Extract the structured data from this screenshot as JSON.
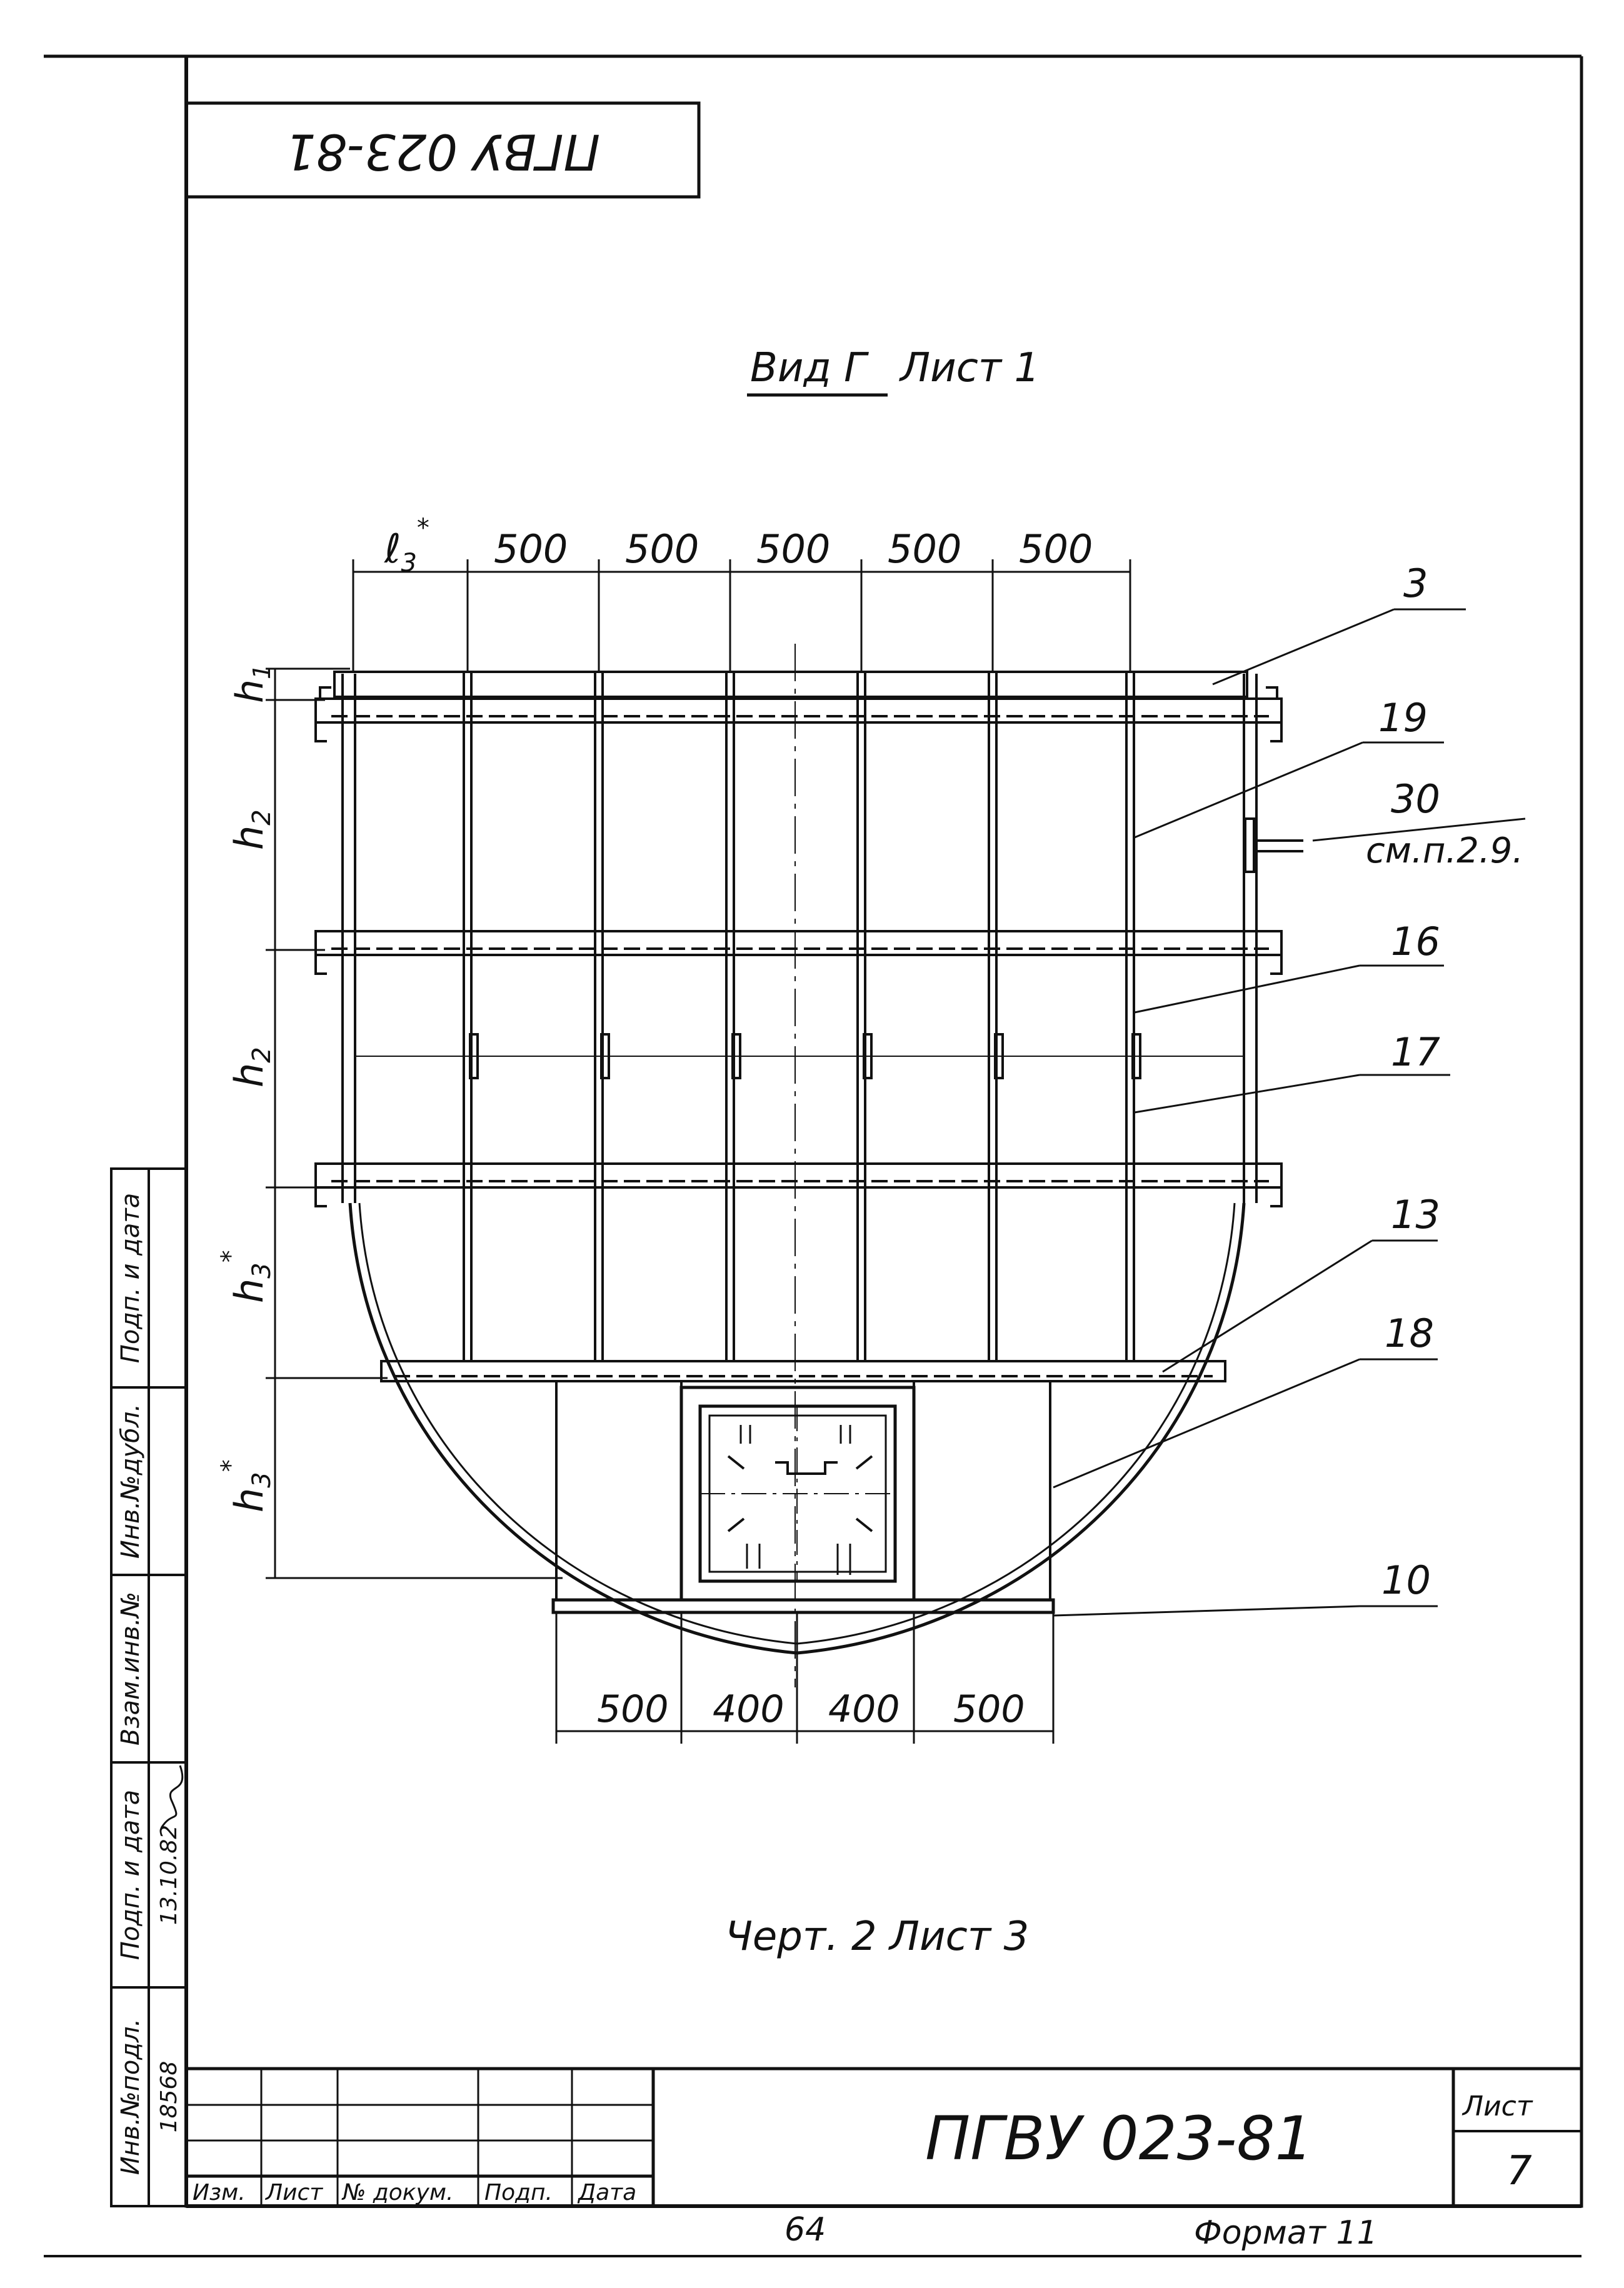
{
  "header_stamp": "ПГВУ 023-81",
  "view_title": "Вид Г",
  "view_sheet": "Лист 1",
  "dims_top": {
    "first": "ℓ",
    "first_sub": "3",
    "first_star": "*",
    "spans": [
      "500",
      "500",
      "500",
      "500",
      "500"
    ]
  },
  "dims_left": {
    "h1": "h",
    "h1_sub": "1",
    "h2a": "h",
    "h2a_sub": "2",
    "h2b": "h",
    "h2b_sub": "2",
    "h3a": "h",
    "h3a_sub": "3",
    "h3a_star": "*",
    "h3b": "h",
    "h3b_sub": "3",
    "h3b_star": "*"
  },
  "dims_bottom": [
    "500",
    "400",
    "400",
    "500"
  ],
  "callouts": {
    "c3": "3",
    "c19": "19",
    "c30": "30",
    "c30_note": "см.п.2.9.",
    "c16": "16",
    "c17": "17",
    "c13": "13",
    "c18": "18",
    "c10": "10"
  },
  "caption": "Черт. 2 Лист 3",
  "side_strip": {
    "labels": [
      "Инв.№подл.",
      "Подп. и дата",
      "Взам.инв.№",
      "Инв.№дубл.",
      "Подп. и дата"
    ],
    "inv_no": "18568",
    "sign_date": "13.10.82"
  },
  "title_block": {
    "cols": [
      "Изм.",
      "Лист",
      "№ докум.",
      "Подп.",
      "Дата"
    ],
    "designation": "ПГВУ 023-81",
    "sheet_label": "Лист",
    "sheet_no": "7"
  },
  "footer": {
    "page_no": "64",
    "format": "Формат 11"
  }
}
